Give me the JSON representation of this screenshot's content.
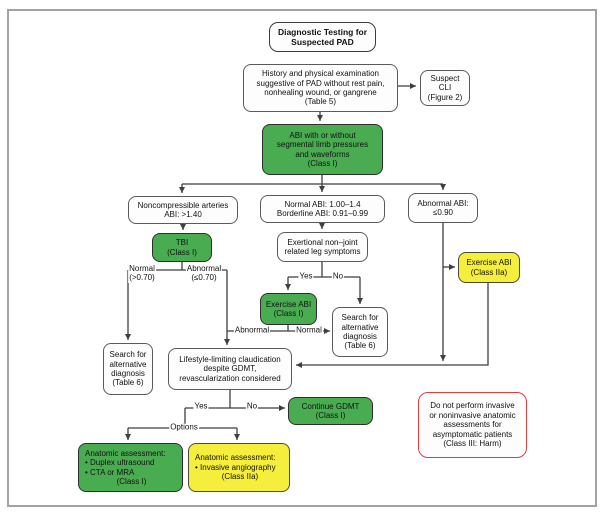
{
  "figure": {
    "title": "Diagnostic Testing for\nSuspected PAD"
  },
  "nodes": {
    "history": {
      "text": "History and physical examination\nsuggestive of PAD without rest pain,\nnonhealing wound, or gangrene\n(Table 5)"
    },
    "suspect_cli": {
      "text": "Suspect CLI\n(Figure 2)"
    },
    "abi": {
      "text": "ABI with or without\nsegmental limb pressures\nand waveforms\n(Class I)"
    },
    "noncompressible": {
      "text": "Noncompressible arteries\nABI: >1.40"
    },
    "normal_borderline": {
      "text": "Normal ABI: 1.00–1.4\nBorderline ABI: 0.91–0.99"
    },
    "abnormal_abi": {
      "text": "Abnormal ABI:\n≤0.90"
    },
    "tbi": {
      "text": "TBI\n(Class I)"
    },
    "exertional": {
      "text": "Exertional non–joint\nrelated leg symptoms"
    },
    "exercise_abi_iia": {
      "text": "Exercise ABI\n(Class IIa)"
    },
    "exercise_abi_i": {
      "text": "Exercise ABI\n(Class I)"
    },
    "search_alt_right": {
      "text": "Search for\nalternative\ndiagnosis\n(Table 6)"
    },
    "search_alt_left": {
      "text": "Search for\nalternative\ndiagnosis\n(Table 6)"
    },
    "claudication": {
      "text": "Lifestyle-limiting claudication\ndespite GDMT,\nrevascularization considered"
    },
    "continue_gdmt": {
      "text": "Continue GDMT\n(Class I)"
    },
    "anatomic_duplex": {
      "heading": "Anatomic assessment:",
      "bullets": [
        "• Duplex ultrasound",
        "• CTA or MRA"
      ],
      "class_label": "(Class I)"
    },
    "anatomic_angio": {
      "heading": "Anatomic assessment:",
      "bullets": [
        "• Invasive angiography"
      ],
      "class_label": "(Class IIa)"
    },
    "do_not_perform": {
      "text": "Do not perform invasive\nor noninvasive anatomic\nassessments for\nasymptomatic patients\n(Class III: Harm)"
    }
  },
  "edge_labels": {
    "tbi_normal": "Normal\n(>0.70)",
    "tbi_abnormal": "Abnormal\n(≤0.70)",
    "exertional_yes": "Yes",
    "exertional_no": "No",
    "exercise_abnormal": "Abnormal",
    "exercise_normal": "Normal",
    "claudication_yes": "Yes",
    "claudication_no": "No",
    "options": "Options"
  },
  "colors": {
    "class_i_green": "#4aac51",
    "class_iia_yellow": "#f5ee3d",
    "class_iii_red_border": "#cf4343",
    "connector": "#3f3f3f",
    "node_border": "#5a5a5a",
    "frame_border": "#a3a3a7"
  }
}
